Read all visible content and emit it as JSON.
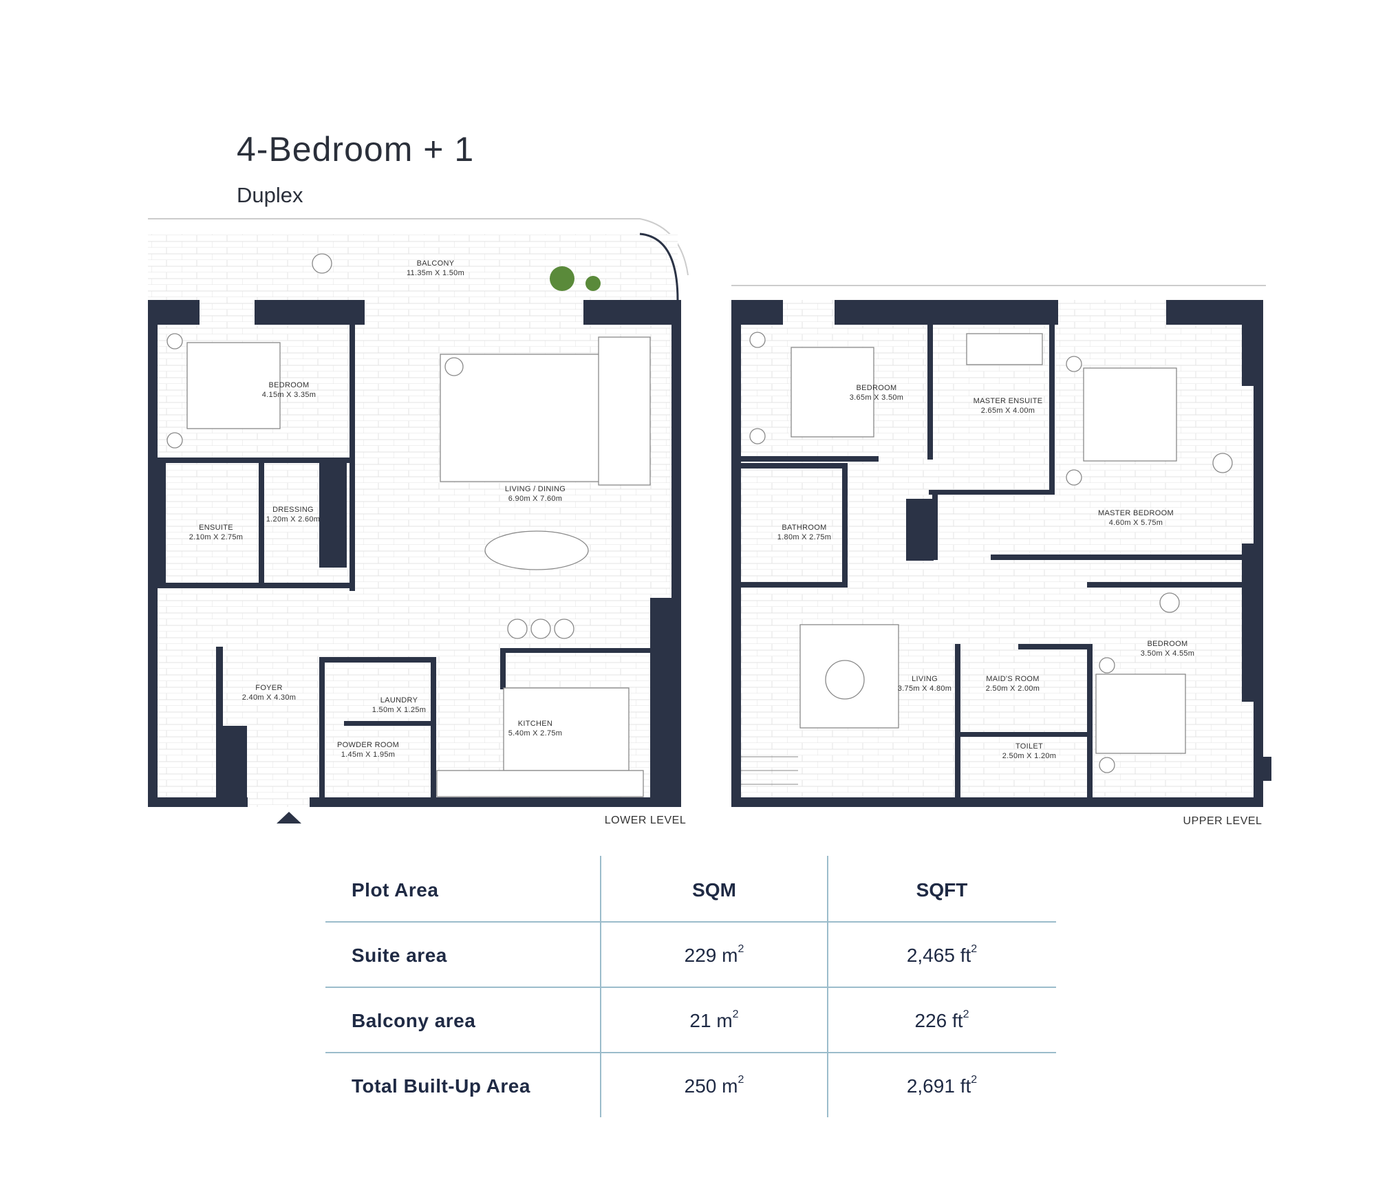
{
  "header": {
    "title": "4-Bedroom + 1",
    "subtitle": "Duplex"
  },
  "colors": {
    "wall": "#2b3346",
    "table_line": "#9bbccb",
    "text": "#1f2a44"
  },
  "lower_level": {
    "label": "LOWER LEVEL",
    "entry_icon": "entry-triangle-icon",
    "rooms": [
      {
        "name": "BALCONY",
        "dims": "11.35m X 1.50m"
      },
      {
        "name": "BEDROOM",
        "dims": "4.15m X 3.35m"
      },
      {
        "name": "LIVING / DINING",
        "dims": "6.90m X 7.60m"
      },
      {
        "name": "DRESSING",
        "dims": "1.20m X 2.60m"
      },
      {
        "name": "ENSUITE",
        "dims": "2.10m X 2.75m"
      },
      {
        "name": "FOYER",
        "dims": "2.40m X 4.30m"
      },
      {
        "name": "LAUNDRY",
        "dims": "1.50m X 1.25m"
      },
      {
        "name": "KITCHEN",
        "dims": "5.40m X 2.75m"
      },
      {
        "name": "POWDER ROOM",
        "dims": "1.45m X 1.95m"
      }
    ]
  },
  "upper_level": {
    "label": "UPPER LEVEL",
    "rooms": [
      {
        "name": "BEDROOM",
        "dims": "3.65m X 3.50m"
      },
      {
        "name": "MASTER ENSUITE",
        "dims": "2.65m X 4.00m"
      },
      {
        "name": "MASTER BEDROOM",
        "dims": "4.60m X 5.75m"
      },
      {
        "name": "BATHROOM",
        "dims": "1.80m X 2.75m"
      },
      {
        "name": "BEDROOM",
        "dims": "3.50m X 4.55m"
      },
      {
        "name": "LIVING",
        "dims": "3.75m X 4.80m"
      },
      {
        "name": "MAID'S ROOM",
        "dims": "2.50m X 2.00m"
      },
      {
        "name": "TOILET",
        "dims": "2.50m X 1.20m"
      }
    ]
  },
  "area_table": {
    "headers": [
      "Plot Area",
      "SQM",
      "SQFT"
    ],
    "rows": [
      {
        "label": "Suite area",
        "sqm": "229",
        "sqm_unit": "m",
        "sqft": "2,465",
        "sqft_unit": "ft",
        "exp": "2"
      },
      {
        "label": "Balcony area",
        "sqm": "21",
        "sqm_unit": "m",
        "sqft": "226",
        "sqft_unit": "ft",
        "exp": "2"
      },
      {
        "label": "Total Built-Up Area",
        "sqm": "250",
        "sqm_unit": "m",
        "sqft": "2,691",
        "sqft_unit": "ft",
        "exp": "2"
      }
    ]
  }
}
